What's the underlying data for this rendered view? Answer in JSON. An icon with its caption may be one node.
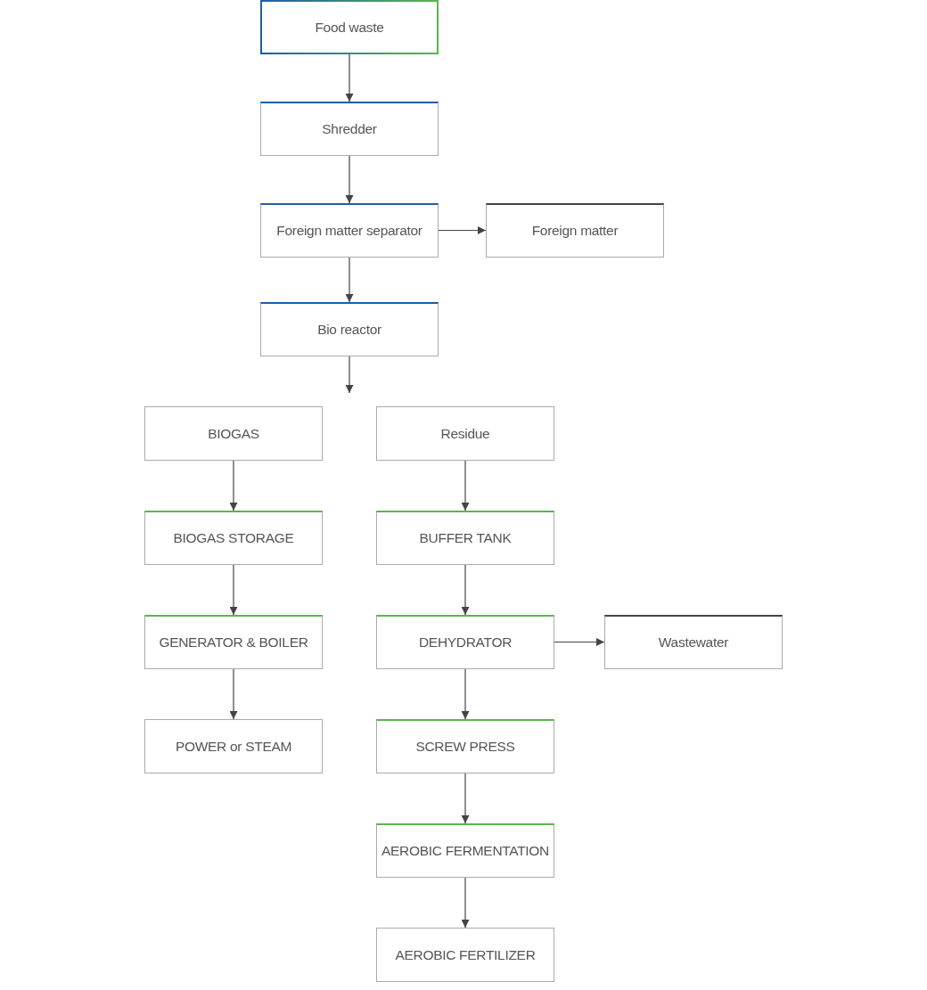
{
  "diagram": {
    "nodes": [
      {
        "text": [
          "Food waste"
        ]
      },
      {
        "text": [
          "Shredder"
        ]
      },
      {
        "text": [
          "Foreign matter separator"
        ]
      },
      {
        "text": [
          "Foreign matter"
        ]
      },
      {
        "text": [
          "Bio reactor"
        ]
      },
      {
        "text": [
          "BIOGAS"
        ]
      },
      {
        "text": [
          "Residue"
        ]
      },
      {
        "text": [
          "BIOGAS STORAGE"
        ]
      },
      {
        "text": [
          "BUFFER TANK"
        ]
      },
      {
        "text": [
          "GENERATOR & BOILER"
        ]
      },
      {
        "text": [
          "DEHYDRATOR"
        ]
      },
      {
        "text": [
          "Wastewater"
        ]
      },
      {
        "text": [
          "POWER or STEAM"
        ]
      },
      {
        "text": [
          "SCREW PRESS"
        ]
      },
      {
        "text": [
          "AEROBIC FERMENTATION"
        ]
      },
      {
        "text": [
          "AEROBIC FERTILIZER"
        ]
      }
    ],
    "edges": [
      {
        "from": 0,
        "to": 1,
        "arrow": "to"
      },
      {
        "from": 1,
        "to": 2,
        "arrow": "to"
      },
      {
        "from": 2,
        "to": 3,
        "arrow": "to"
      },
      {
        "from": 2,
        "to": 4,
        "arrow": "to"
      },
      {
        "from": 4,
        "to": null,
        "arrow": "to"
      },
      {
        "from": 5,
        "to": 7,
        "arrow": "to"
      },
      {
        "from": 7,
        "to": 9,
        "arrow": "to"
      },
      {
        "from": 9,
        "to": 12,
        "arrow": "to"
      },
      {
        "from": 6,
        "to": 8,
        "arrow": "to"
      },
      {
        "from": 8,
        "to": 10,
        "arrow": "to"
      },
      {
        "from": 10,
        "to": 11,
        "arrow": "to"
      },
      {
        "from": 10,
        "to": 13,
        "arrow": "to"
      },
      {
        "from": 13,
        "to": 14,
        "arrow": "to"
      },
      {
        "from": 14,
        "to": 15,
        "arrow": "to"
      }
    ]
  }
}
